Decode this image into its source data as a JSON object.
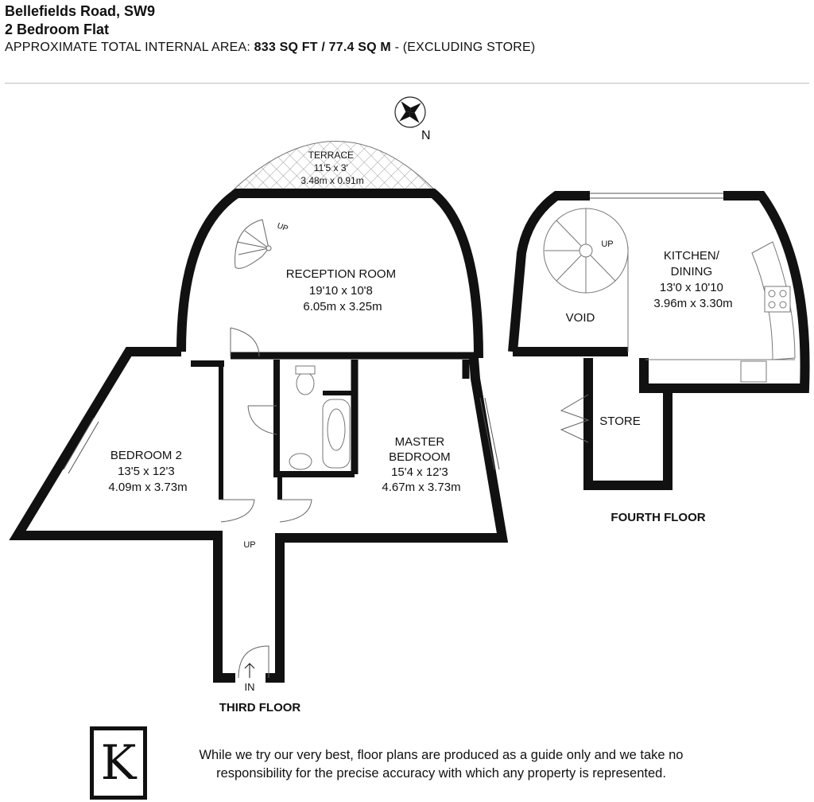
{
  "header": {
    "title": "Bellefields Road, SW9",
    "subtitle": "2 Bedroom Flat",
    "area_prefix": "APPROXIMATE  TOTAL INTERNAL AREA:",
    "area_value": "833 SQ FT / 77.4 SQ M",
    "area_suffix": "- (EXCLUDING STORE)"
  },
  "compass": {
    "label": "N"
  },
  "rooms": {
    "terrace": {
      "name": "TERRACE",
      "imperial": "11'5 x 3'",
      "metric": "3.48m x 0.91m"
    },
    "reception": {
      "name": "RECEPTION ROOM",
      "imperial": "19'10 x 10'8",
      "metric": "6.05m x 3.25m"
    },
    "bedroom2": {
      "name": "BEDROOM 2",
      "imperial": "13'5 x 12'3",
      "metric": "4.09m x 3.73m"
    },
    "master": {
      "name_line1": "MASTER",
      "name_line2": "BEDROOM",
      "imperial": "15'4 x 12'3",
      "metric": "4.67m x 3.73m"
    },
    "kitchen": {
      "name_line1": "KITCHEN/",
      "name_line2": "DINING",
      "imperial": "13'0 x 10'10",
      "metric": "3.96m x 3.30m"
    },
    "void": {
      "name": "VOID"
    },
    "store": {
      "name": "STORE"
    }
  },
  "stairs": {
    "up_label": "UP",
    "in_label": "IN"
  },
  "floors": {
    "third": "THIRD FLOOR",
    "fourth": "FOURTH FLOOR"
  },
  "footer": {
    "logo_letter": "K",
    "disclaimer_line1": "While we try our very best, floor plans are produced as a guide only and we take no",
    "disclaimer_line2": "responsibility for the precise accuracy with which any property is represented."
  }
}
